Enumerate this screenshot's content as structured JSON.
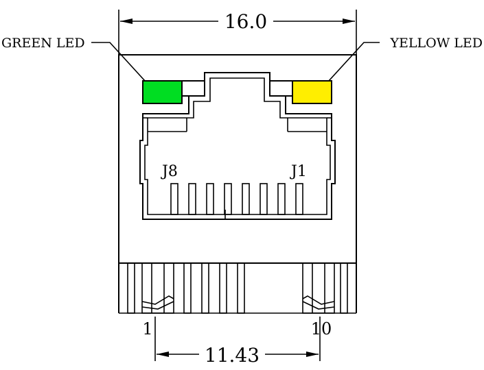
{
  "dimensions": {
    "width_label": "16.0",
    "pitch_label": "11.43"
  },
  "labels": {
    "green_led": "GREEN LED",
    "yellow_led": "YELLOW LED",
    "jack_left": "J8",
    "jack_right": "J1",
    "pin_first": "1",
    "pin_last": "10"
  },
  "colors": {
    "green_led": "#00dd22",
    "yellow_led": "#ffee00",
    "line": "#000000"
  }
}
